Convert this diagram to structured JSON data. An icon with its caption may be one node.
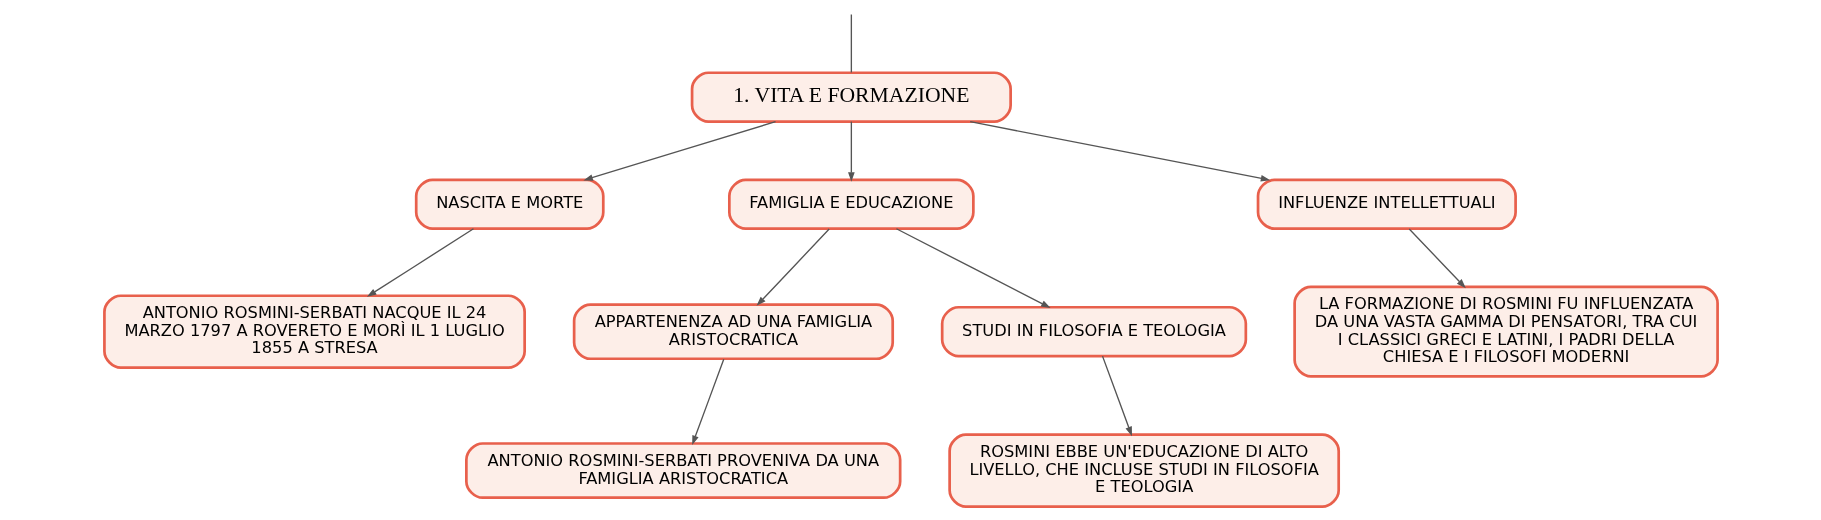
{
  "diagram": {
    "nodes": [
      {
        "text": [
          "1. VITA E FORMAZIONE"
        ]
      },
      {
        "text": [
          "NASCITA E MORTE"
        ]
      },
      {
        "text": [
          "FAMIGLIA E EDUCAZIONE"
        ]
      },
      {
        "text": [
          "INFLUENZE INTELLETTUALI"
        ]
      },
      {
        "text": [
          "ANTONIO ROSMINI-SERBATI NACQUE IL 24 MARZO 1797 A ROVERETO E MORÌ IL 1 LUGLIO 1855 A STRESA"
        ]
      },
      {
        "text": [
          "APPARTENENZA AD UNA FAMIGLIA ARISTOCRATICA"
        ]
      },
      {
        "text": [
          "STUDI IN FILOSOFIA E TEOLOGIA"
        ]
      },
      {
        "text": [
          "LA FORMAZIONE DI ROSMINI FU INFLUENZATA DA UNA VASTA GAMMA DI PENSATORI, TRA CUI I CLASSICI GRECI E LATINI, I PADRI DELLA CHIESA E I FILOSOFI MODERNI"
        ]
      },
      {
        "text": [
          "ANTONIO ROSMINI-SERBATI PROVENIVA DA UNA FAMIGLIA ARISTOCRATICA"
        ]
      },
      {
        "text": [
          "ROSMINI EBBE UN'EDUCAZIONE DI ALTO LIVELLO, CHE INCLUSE STUDI IN FILOSOFIA E TEOLOGIA"
        ]
      }
    ],
    "edges": [
      {
        "from": null,
        "to": 0,
        "arrow": "none"
      },
      {
        "from": 0,
        "to": 1,
        "arrow": "to"
      },
      {
        "from": 0,
        "to": 2,
        "arrow": "to"
      },
      {
        "from": 0,
        "to": 3,
        "arrow": "to"
      },
      {
        "from": 1,
        "to": 4,
        "arrow": "to"
      },
      {
        "from": 2,
        "to": 5,
        "arrow": "to"
      },
      {
        "from": 2,
        "to": 6,
        "arrow": "to"
      },
      {
        "from": 3,
        "to": 7,
        "arrow": "to"
      },
      {
        "from": 5,
        "to": 8,
        "arrow": "to"
      },
      {
        "from": 6,
        "to": 9,
        "arrow": "to"
      }
    ]
  }
}
